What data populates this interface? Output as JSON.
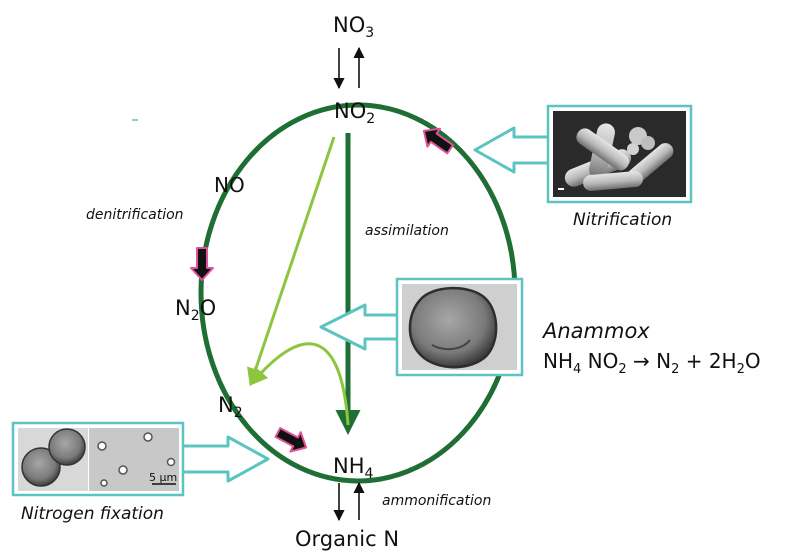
{
  "species": {
    "no3": "NO",
    "no3_sub": "3",
    "no2": "NO",
    "no2_sub": "2",
    "no": "NO",
    "n2o_a": "N",
    "n2o_sub": "2",
    "n2o_b": "O",
    "n2": "N",
    "n2_sub": "2",
    "nh4": "NH",
    "nh4_sub": "4",
    "organic_n": "Organic N"
  },
  "processes": {
    "denitrification": "denitrification",
    "assimilation": "assimilation",
    "ammonification": "ammonification",
    "nitrification": "Nitrification",
    "nitrogen_fixation": "Nitrogen fixation",
    "anammox": "Anammox"
  },
  "anammox_equation": {
    "p1": "NH",
    "s1": "4",
    "p2": " NO",
    "s2": "2",
    "p3": " → N",
    "s3": "2",
    "p4": " + 2H",
    "s4": "2",
    "p5": "O"
  },
  "micrograph": {
    "scale_label": "5 µm"
  },
  "colors": {
    "cycle_green": "#1f6e33",
    "light_green": "#8cc63f",
    "teal": "#5bc4c1",
    "pink_outline": "#e0529a"
  }
}
